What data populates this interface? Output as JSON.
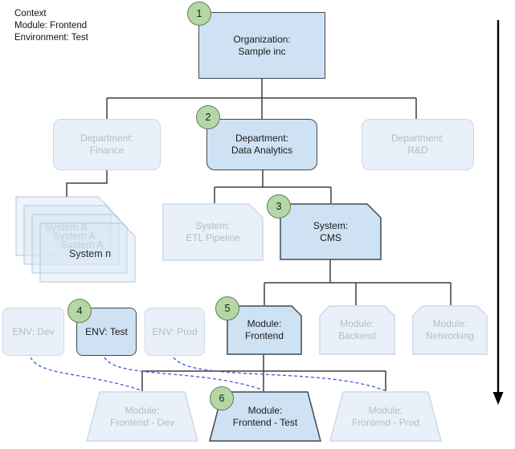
{
  "context": {
    "title": "Context",
    "module": "Module: Frontend",
    "environment": "Environment: Test"
  },
  "nodes": {
    "organization": {
      "badge": "1",
      "line1": "Organization:",
      "line2": "Sample inc",
      "state": "highlighted"
    },
    "dept_finance": {
      "line1": "Department:",
      "line2": "Finance",
      "state": "faded"
    },
    "dept_data_analytics": {
      "badge": "2",
      "line1": "Department:",
      "line2": "Data Analytics",
      "state": "highlighted"
    },
    "dept_rnd": {
      "line1": "Department:",
      "line2": "R&D",
      "state": "faded"
    },
    "system_stack": {
      "items": [
        "System A",
        "System A",
        "System A",
        "System n"
      ],
      "state": "faded"
    },
    "system_etl": {
      "line1": "System:",
      "line2": "ETL Pipeline",
      "state": "faded"
    },
    "system_cms": {
      "badge": "3",
      "line1": "System:",
      "line2": "CMS",
      "state": "highlighted"
    },
    "env_dev": {
      "label": "ENV: Dev",
      "state": "faded"
    },
    "env_test": {
      "badge": "4",
      "label": "ENV: Test",
      "state": "highlighted"
    },
    "env_prod": {
      "label": "ENV: Prod",
      "state": "faded"
    },
    "module_frontend": {
      "badge": "5",
      "line1": "Module:",
      "line2": "Frontend",
      "state": "highlighted"
    },
    "module_backend": {
      "line1": "Module:",
      "line2": "Backend",
      "state": "faded"
    },
    "module_networking": {
      "line1": "Module:",
      "line2": "Networking",
      "state": "faded"
    },
    "deploy_dev": {
      "line1": "Module:",
      "line2": "Frontend - Dev",
      "state": "faded"
    },
    "deploy_test": {
      "badge": "6",
      "line1": "Module:",
      "line2": "Frontend - Test",
      "state": "highlighted"
    },
    "deploy_prod": {
      "line1": "Module:",
      "line2": "Frontend - Prod",
      "state": "faded"
    }
  },
  "colors": {
    "highlight_fill": "#cfe2f3",
    "highlight_border": "#3f4a52",
    "faded_fill": "#e9f0f9",
    "faded_border": "#ccd9e8",
    "faded_text": "#b3bcc7",
    "badge_fill": "#b5d7a5",
    "badge_border": "#66785e",
    "connector": "#3f3f3f",
    "context_link": "#5252d6",
    "text": "#1a1a1a"
  }
}
